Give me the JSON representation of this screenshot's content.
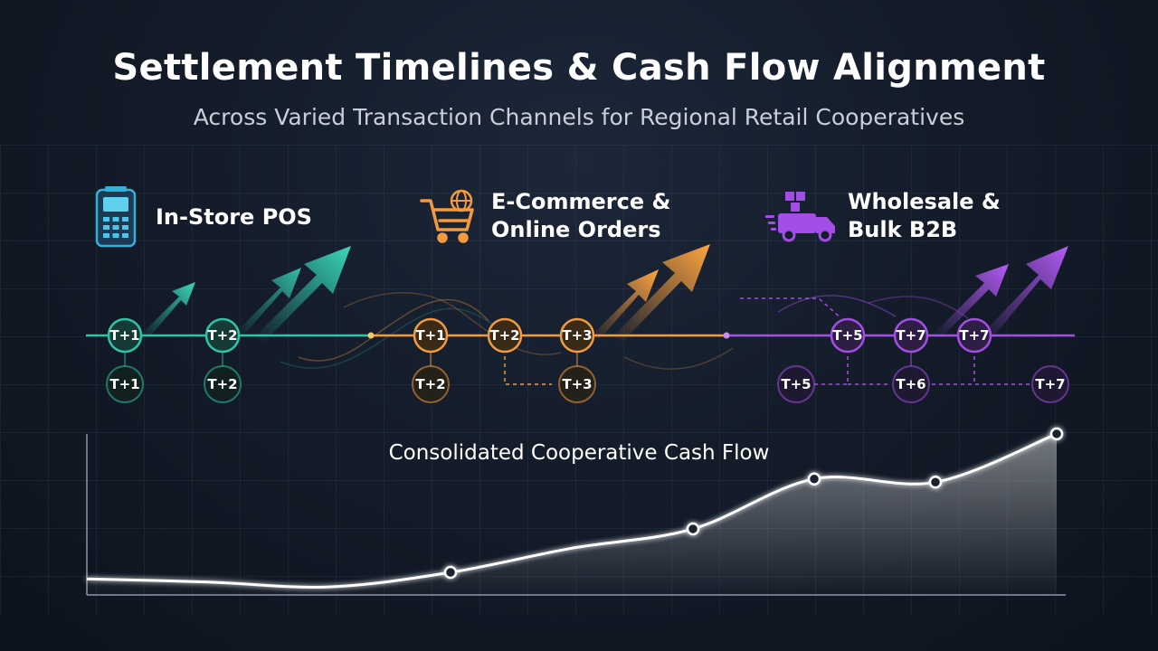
{
  "header": {
    "title": "Settlement Timelines & Cash Flow Alignment",
    "subtitle": "Across Varied Transaction Channels for Regional Retail Cooperatives"
  },
  "channels": [
    {
      "id": "pos",
      "label_lines": [
        "In-Store POS"
      ],
      "icon": "pos-terminal-icon",
      "color": "#2ec4a8",
      "primary_nodes": [
        "T+1",
        "T+2"
      ],
      "secondary_nodes": [
        "T+1",
        "T+2"
      ]
    },
    {
      "id": "ecommerce",
      "label_lines": [
        "E-Commerce &",
        "Online Orders"
      ],
      "icon": "shopping-cart-globe-icon",
      "color": "#f39a3c",
      "primary_nodes": [
        "T+1",
        "T+2",
        "T+3"
      ],
      "secondary_nodes": [
        "T+2",
        "T+3"
      ]
    },
    {
      "id": "wholesale",
      "label_lines": [
        "Wholesale &",
        "Bulk B2B"
      ],
      "icon": "delivery-truck-icon",
      "color": "#a24ee6",
      "primary_nodes": [
        "T+5",
        "T+7",
        "T+7"
      ],
      "secondary_nodes": [
        "T+5",
        "T+6",
        "T+7"
      ]
    }
  ],
  "cash_flow": {
    "title": "Consolidated Cooperative Cash Flow",
    "line_color": "#ffffff"
  },
  "chart_data": {
    "type": "area",
    "title": "Consolidated Cooperative Cash Flow",
    "x": [
      0,
      1,
      2,
      3,
      4,
      5,
      6,
      7,
      8
    ],
    "values": [
      1,
      0.8,
      0.5,
      1.4,
      2.9,
      4.1,
      7.2,
      7.0,
      10.0
    ],
    "markers": [
      3,
      5,
      6,
      7,
      8
    ],
    "ylim": [
      0,
      11
    ],
    "xlabel": "",
    "ylabel": "",
    "grid": false
  }
}
